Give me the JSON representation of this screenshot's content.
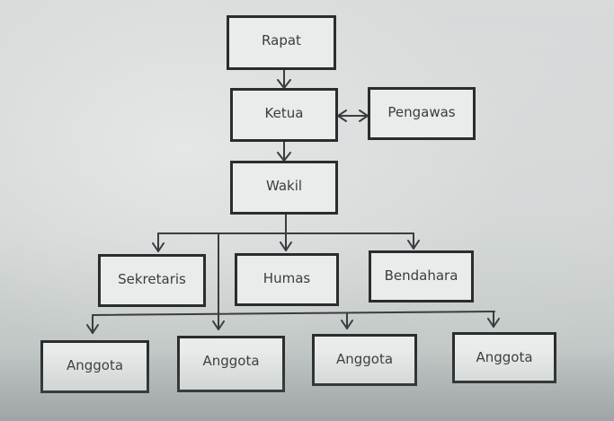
{
  "diagram": {
    "type": "organization-chart",
    "nodes": {
      "rapat": "Rapat",
      "ketua": "Ketua",
      "pengawas": "Pengawas",
      "wakil": "Wakil",
      "sekretaris": "Sekretaris",
      "humas": "Humas",
      "bendahara": "Bendahara",
      "anggota_1": "Anggota",
      "anggota_2": "Anggota",
      "anggota_3": "Anggota",
      "anggota_4": "Anggota"
    },
    "edges": [
      {
        "from": "rapat",
        "to": "ketua"
      },
      {
        "from": "ketua",
        "to": "pengawas",
        "bidirectional": true
      },
      {
        "from": "ketua",
        "to": "wakil"
      },
      {
        "from": "wakil",
        "to": "sekretaris"
      },
      {
        "from": "wakil",
        "to": "humas"
      },
      {
        "from": "wakil",
        "to": "bendahara"
      },
      {
        "from": "wakil",
        "to": "anggota_2"
      },
      {
        "from": "wakil",
        "to": "anggota_1"
      },
      {
        "from": "wakil",
        "to": "anggota_3"
      },
      {
        "from": "wakil",
        "to": "anggota_4"
      }
    ],
    "colors": {
      "box_border": "#2a2d2f",
      "line": "#3a3d40",
      "text": "#3a3d40",
      "paper": "#d6dad9"
    }
  }
}
